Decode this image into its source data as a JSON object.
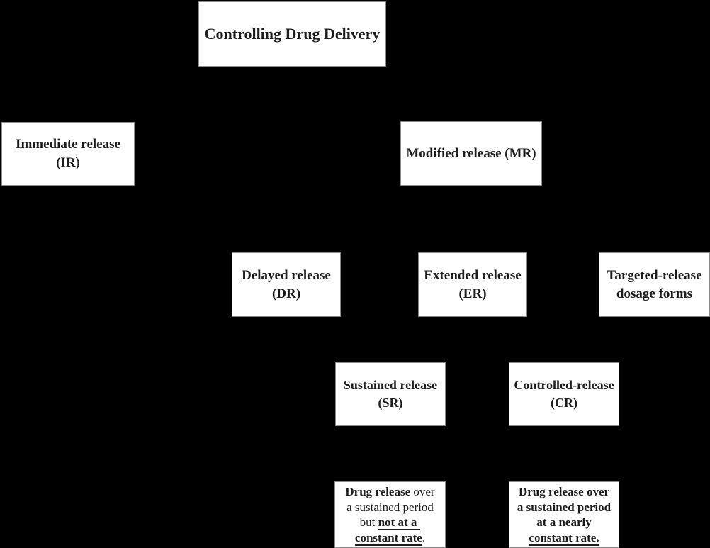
{
  "diagram": {
    "background_color": "#000000",
    "box_fill_color": "#ffffff",
    "box_border_color": "#8a8a8a",
    "text_color": "#1c1c1c",
    "nodes": {
      "root": {
        "label": "Controlling Drug Delivery"
      },
      "immediate_release": {
        "line1": "Immediate release",
        "line2": "(IR)"
      },
      "modified_release": {
        "label": "Modified release (MR)"
      },
      "delayed_release": {
        "line1": "Delayed release",
        "line2": "(DR)"
      },
      "extended_release": {
        "line1": "Extended release",
        "line2": "(ER)"
      },
      "targeted_release": {
        "line1": "Targeted-release",
        "line2": "dosage forms"
      },
      "sustained_release": {
        "line1": "Sustained release",
        "line2": "(SR)"
      },
      "controlled_release": {
        "line1": "Controlled-release",
        "line2": "(CR)"
      },
      "sustained_release_note": {
        "line1_bold": "Drug release",
        "line1_regular": " over",
        "line2": "a sustained period",
        "line3_regular": "but ",
        "line3_underlined_bold": "not at a",
        "line4_underlined_bold": "constant rate",
        "line4_period": "."
      },
      "controlled_release_note": {
        "line1": "Drug release over",
        "line2": "a sustained period",
        "line3": "at a nearly",
        "line4_underlined": "constant rate."
      }
    }
  }
}
